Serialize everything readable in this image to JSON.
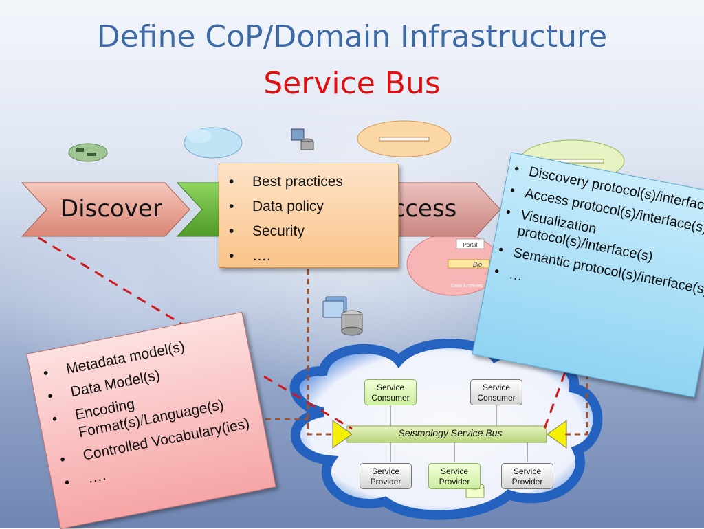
{
  "slide": {
    "title": "Define CoP/Domain Infrastructure",
    "subtitle": "Service Bus"
  },
  "chevrons": {
    "discover": "Discover",
    "access": "Access"
  },
  "practices_box": {
    "items": [
      "Best practices",
      "Data policy",
      "Security",
      "…."
    ]
  },
  "data_box": {
    "items": [
      "Metadata model(s)",
      "Data Model(s)",
      "Encoding Format(s)/Language(s)",
      "Controlled Vocabulary(ies)",
      "…."
    ]
  },
  "protocol_box": {
    "items": [
      "Discovery protocol(s)/interface(s)",
      "Access protocol(s)/interface(s)",
      "Visualization protocol(s)/interface(s)",
      "Semantic protocol(s)/interface(s)",
      "…"
    ]
  },
  "bus_diagram": {
    "bus_label": "Seismology Service Bus",
    "consumers": [
      "Service Consumer",
      "Service Consumer"
    ],
    "providers": [
      "Service Provider",
      "Service Provider",
      "Service Provider"
    ]
  },
  "cloud_labels": {
    "portal": "Portal",
    "bio": "Bio",
    "data_archives": "Data Archives"
  },
  "colors": {
    "title": "#3d6aa6",
    "subtitle": "#e01010",
    "discover_chevron": "#e9a394",
    "green_chevron": "#6db33f",
    "access_chevron": "#d7a09b",
    "dashed_red": "#d01818",
    "dashed_brown": "#a0522d",
    "cloud_blue": "#1f5fbf"
  }
}
